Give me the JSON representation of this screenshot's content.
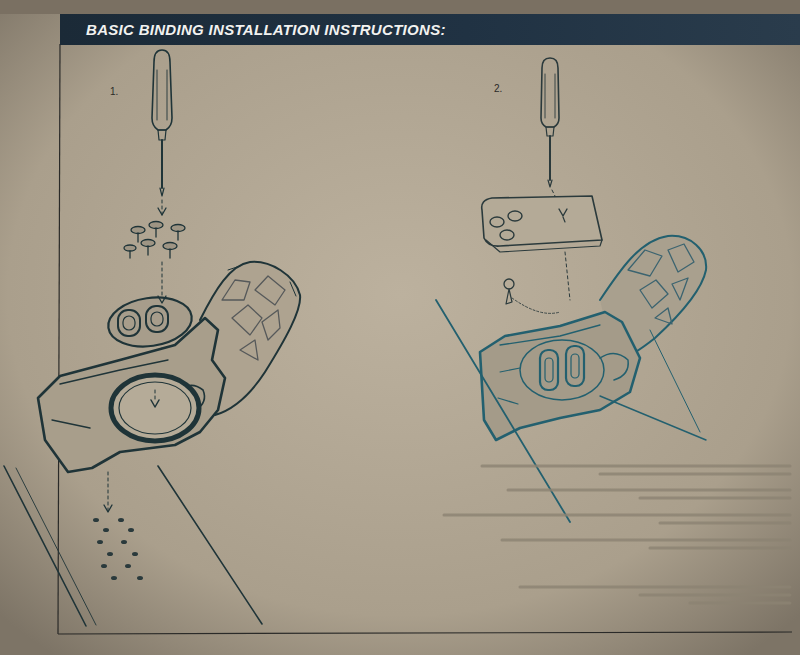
{
  "diagram": {
    "title": "BASIC BINDING INSTALLATION INSTRUCTIONS:",
    "labels": [
      "1.",
      "2."
    ]
  }
}
